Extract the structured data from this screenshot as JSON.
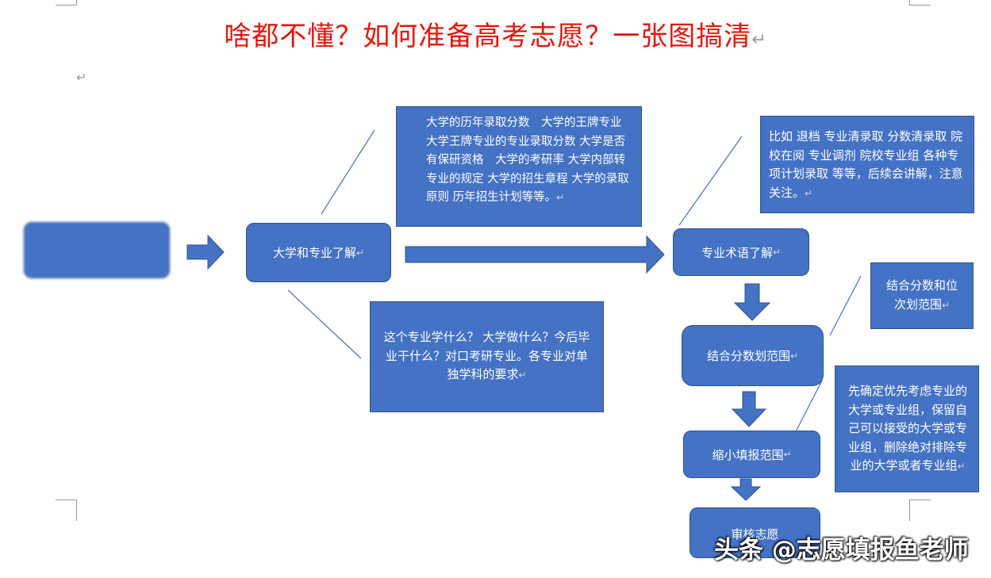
{
  "title": "啥都不懂？如何准备高考志愿？一张图搞清",
  "nodes": {
    "start": "",
    "understand_univ": "大学和专业了解",
    "terms": "专业术语了解",
    "range": "结合分数划范围",
    "narrow": "缩小填报范围",
    "review": "审核志愿"
  },
  "notes": {
    "univ_info": "大学的历年录取分数　大学的王牌专业　大学王牌专业的专业录取分数 大学是否有保研资格　大学的考研率 大学内部转专业的规定 大学的招生章程 大学的录取原则 历年招生计划等等。",
    "major_info": "这个专业学什么？ 大学做什么？今后毕业干什么？对口考研专业。各专业对单独学科的要求",
    "terms_info": "比如 退档 专业清录取 分数清录取 院校在阅 专业调剂 院校专业组 各种专项计划录取 等等，后续会讲解，注意关注。",
    "score_rank": "结合分数和位次划范围",
    "narrow_info": "先确定优先考虑专业的大学或专业组，保留自己可以接受的大学或专业组，删除绝对排除专业的大学或者专业组"
  },
  "watermark": "头条 @志愿填报鱼老师",
  "colors": {
    "box": "#4472c4",
    "box_border": "#2f528f",
    "title": "#e8140c"
  }
}
